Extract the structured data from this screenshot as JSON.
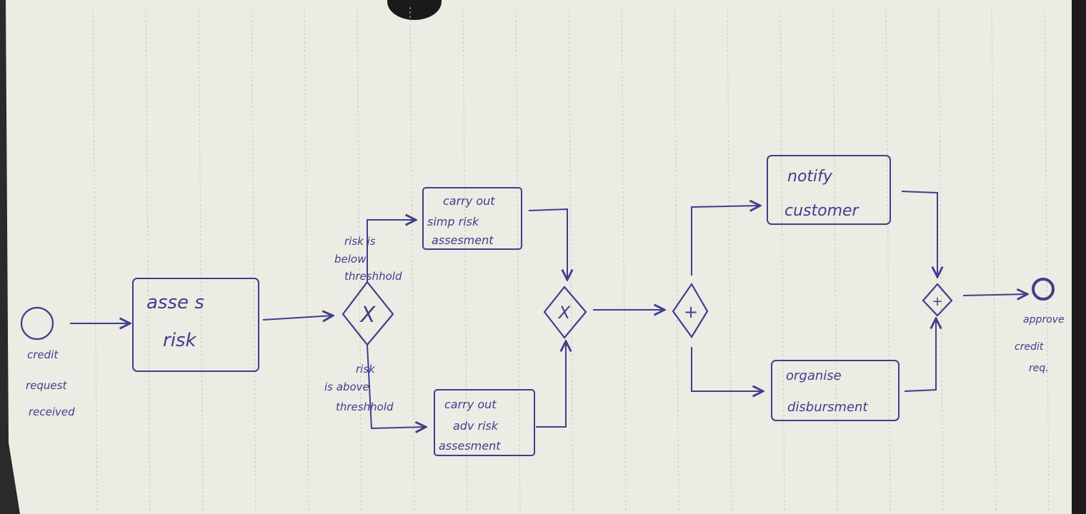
{
  "colors": {
    "ink": "#3d3f8c",
    "paper": "#ecebe4",
    "rule": "#c8c8c4",
    "background": "#2a2a2a"
  },
  "events": {
    "start": {
      "label_lines": [
        "credit",
        "request",
        "received"
      ]
    },
    "end": {
      "label_lines": [
        "approve",
        "credit",
        "req."
      ]
    }
  },
  "tasks": {
    "assess_risk": {
      "label_lines": [
        "asse s",
        "risk"
      ]
    },
    "simple_assessment": {
      "label_lines": [
        "carry out",
        "simp risk",
        "assesment"
      ]
    },
    "advanced_assessment": {
      "label_lines": [
        "carry out",
        "adv risk",
        "assesment"
      ]
    },
    "notify_customer": {
      "label_lines": [
        "notify",
        "customer"
      ]
    },
    "organise_disbursement": {
      "label_lines": [
        "organise",
        "disbursment"
      ]
    }
  },
  "gateways": {
    "split_xor": {
      "symbol": "X"
    },
    "merge_xor": {
      "symbol": "X"
    },
    "split_and": {
      "symbol": "+"
    },
    "merge_and": {
      "symbol": "+"
    }
  },
  "conditions": {
    "below": {
      "label_lines": [
        "risk is",
        "below",
        "threshhold"
      ]
    },
    "above": {
      "label_lines": [
        "risk",
        "is above",
        "threshhold"
      ]
    }
  }
}
